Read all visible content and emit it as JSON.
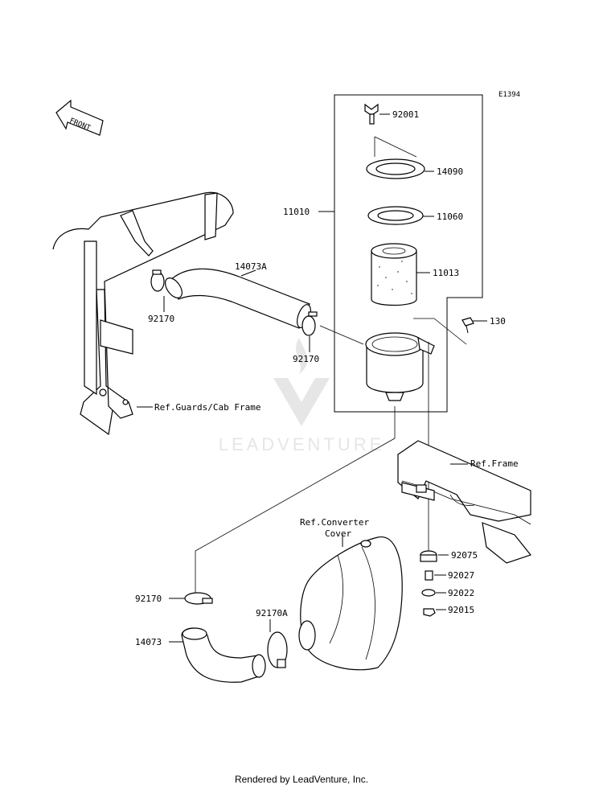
{
  "diagram_code": "E1394",
  "front_label": "FRONT",
  "watermark": "LEADVENTURE",
  "labels": {
    "p92001": "92001",
    "p14090": "14090",
    "p11010": "11010",
    "p11060": "11060",
    "p11013": "11013",
    "p14073A": "14073A",
    "p130": "130",
    "p92170_a": "92170",
    "p92170_b": "92170",
    "ref_guards": "Ref.Guards/Cab Frame",
    "ref_frame": "Ref.Frame",
    "ref_converter_1": "Ref.Converter",
    "ref_converter_2": "Cover",
    "p92075": "92075",
    "p92027": "92027",
    "p92022": "92022",
    "p92015": "92015",
    "p92170_c": "92170",
    "p92170A": "92170A",
    "p14073": "14073"
  },
  "footer": "Rendered by LeadVenture, Inc."
}
